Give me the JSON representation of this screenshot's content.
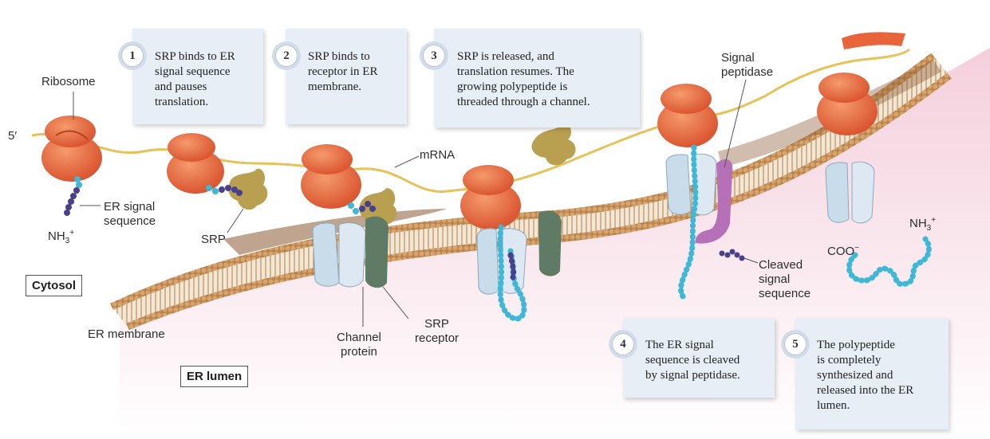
{
  "steps": [
    {
      "number": "1",
      "text": "SRP binds to ER\nsignal sequence\nand pauses\ntranslation."
    },
    {
      "number": "2",
      "text": "SRP binds to\nreceptor in ER\nmembrane."
    },
    {
      "number": "3",
      "text": "SRP is released, and\ntranslation resumes. The\ngrowing polypeptide is\nthreaded through a channel."
    },
    {
      "number": "4",
      "text": "The ER signal\nsequence is cleaved\nby signal peptidase."
    },
    {
      "number": "5",
      "text": "The polypeptide\nis completely\nsynthesized and\nreleased into the ER\nlumen."
    }
  ],
  "labels": {
    "ribosome": "Ribosome",
    "five_prime": "5′",
    "er_signal_sequence": "ER signal\nsequence",
    "nh3_left": "NH",
    "nh3_left_sub": "3",
    "nh3_left_sup": "+",
    "srp": "SRP",
    "mrna": "mRNA",
    "signal_peptidase": "Signal\npeptidase",
    "cleaved_signal_sequence": "Cleaved\nsignal\nsequence",
    "coo": "COO",
    "coo_sup": "−",
    "nh3_right": "NH",
    "nh3_right_sub": "3",
    "nh3_right_sup": "+",
    "er_membrane": "ER membrane",
    "channel_protein": "Channel\nprotein",
    "srp_receptor": "SRP\nreceptor",
    "cytosol": "Cytosol",
    "er_lumen": "ER lumen"
  },
  "colors": {
    "ribosome": "#e8643a",
    "mrna": "#e7c25a",
    "srp": "#b9a050",
    "signal_sequence": "#4a3f8c",
    "polypeptide": "#3fb7d6",
    "channel": "#c9dcea",
    "srp_receptor": "#5f7a65",
    "signal_peptidase": "#b670b8",
    "membrane_head": "#c8955c",
    "lumen": "#f6d8e2"
  }
}
